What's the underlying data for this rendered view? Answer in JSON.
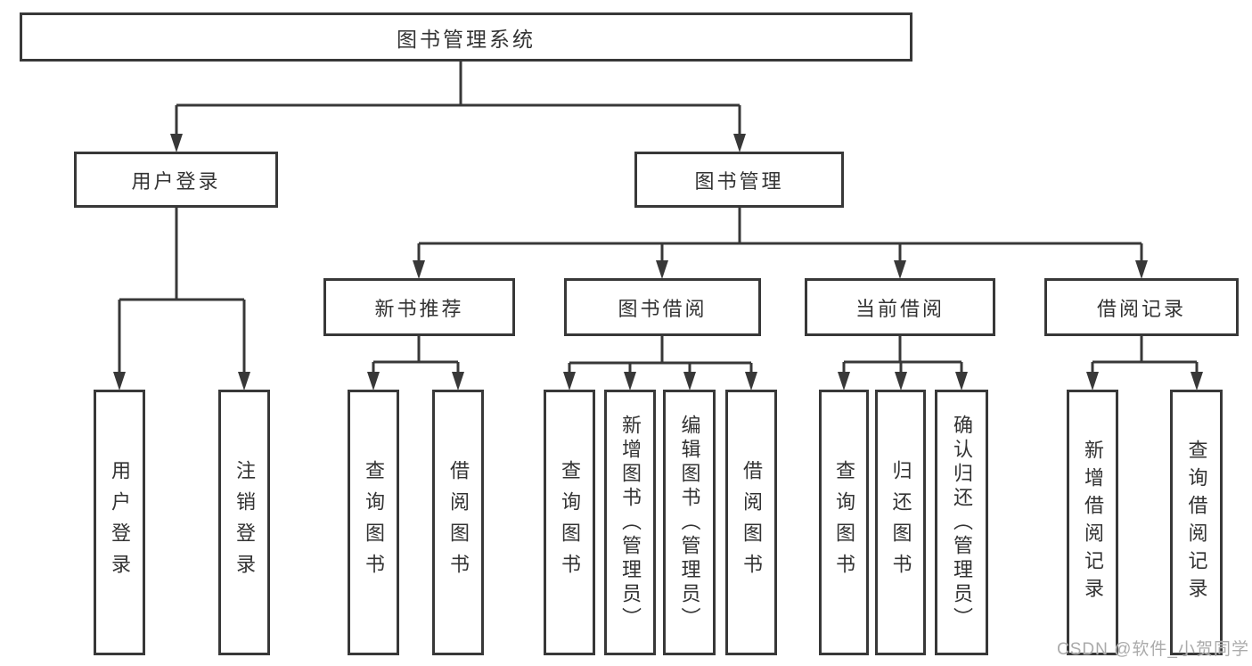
{
  "tree": {
    "label": "图书管理系统",
    "children": [
      {
        "label": "用户登录",
        "children": [
          {
            "label": "用户登录"
          },
          {
            "label": "注销登录"
          }
        ]
      },
      {
        "label": "图书管理",
        "children": [
          {
            "label": "新书推荐",
            "children": [
              {
                "label": "查询图书"
              },
              {
                "label": "借阅图书"
              }
            ]
          },
          {
            "label": "图书借阅",
            "children": [
              {
                "label": "查询图书"
              },
              {
                "label": "新增图书（管理员）"
              },
              {
                "label": "编辑图书（管理员）"
              },
              {
                "label": "借阅图书"
              }
            ]
          },
          {
            "label": "当前借阅",
            "children": [
              {
                "label": "查询图书"
              },
              {
                "label": "归还图书"
              },
              {
                "label": "确认归还（管理员）"
              }
            ]
          },
          {
            "label": "借阅记录",
            "children": [
              {
                "label": "新增借阅记录"
              },
              {
                "label": "查询借阅记录"
              }
            ]
          }
        ]
      }
    ]
  },
  "watermark": {
    "text": "CSDN @软件_小贺同学"
  },
  "colors": {
    "line": "#383838",
    "text": "#333333",
    "background": "#ffffff",
    "watermark": "#ababab"
  }
}
